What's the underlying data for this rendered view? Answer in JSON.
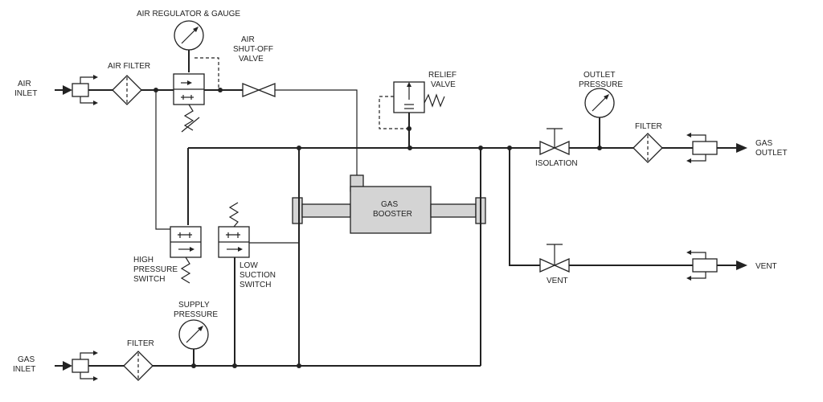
{
  "labels": {
    "air_regulator_gauge": "AIR REGULATOR & GAUGE",
    "air_inlet_1": "AIR",
    "air_inlet_2": "INLET",
    "air_filter": "AIR FILTER",
    "air_shutoff_1": "AIR",
    "air_shutoff_2": "SHUT-OFF",
    "air_shutoff_3": "VALVE",
    "relief_1": "RELIEF",
    "relief_2": "VALVE",
    "outlet_pressure_1": "OUTLET",
    "outlet_pressure_2": "PRESSURE",
    "filter_outlet": "FILTER",
    "isolation": "ISOLATION",
    "gas_outlet_1": "GAS",
    "gas_outlet_2": "OUTLET",
    "booster_1": "GAS",
    "booster_2": "BOOSTER",
    "vent_valve": "VENT",
    "vent_out": "VENT",
    "high_pressure_1": "HIGH",
    "high_pressure_2": "PRESSURE",
    "high_pressure_3": "SWITCH",
    "low_suction_1": "LOW",
    "low_suction_2": "SUCTION",
    "low_suction_3": "SWITCH",
    "supply_pressure_1": "SUPPLY",
    "supply_pressure_2": "PRESSURE",
    "filter_gas": "FILTER",
    "gas_inlet_1": "GAS",
    "gas_inlet_2": "INLET"
  }
}
